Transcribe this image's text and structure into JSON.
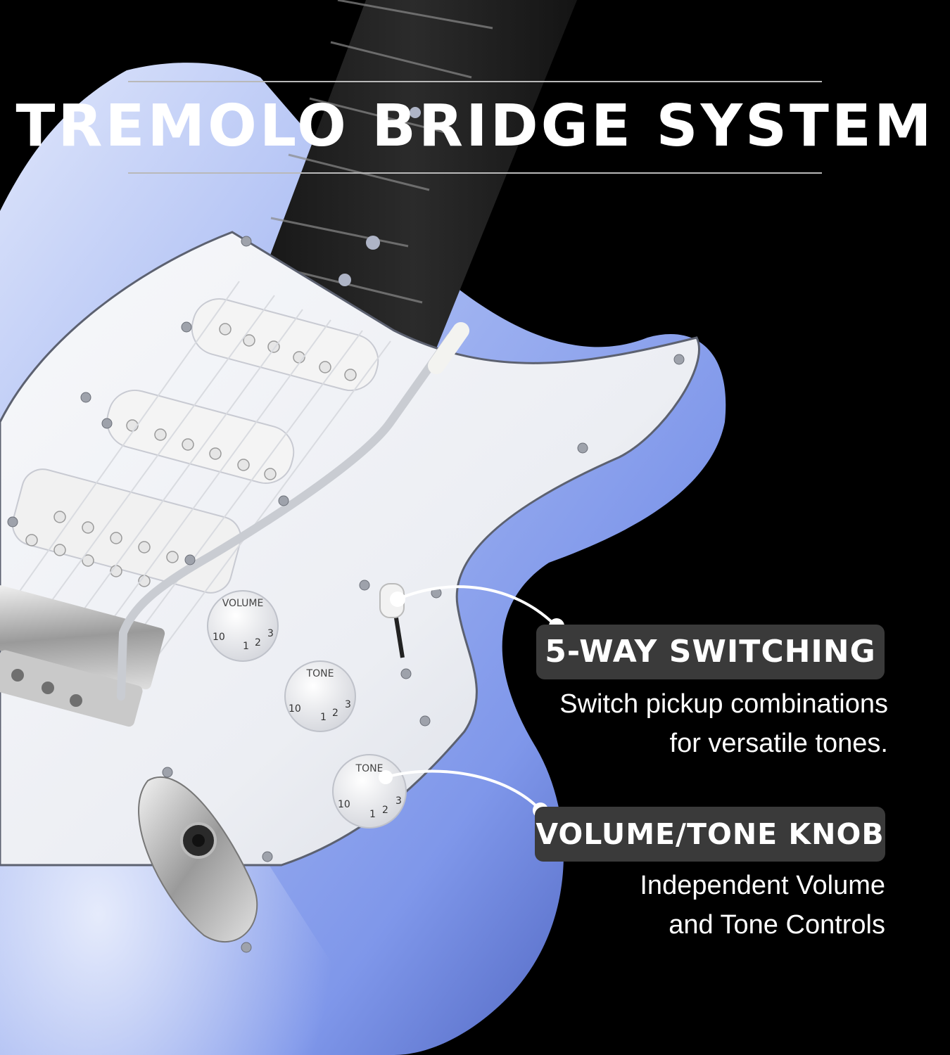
{
  "title": "TREMOLO BRIDGE SYSTEM",
  "features": [
    {
      "heading": "5-WAY SWITCHING",
      "lines": [
        "Switch pickup combinations",
        "for versatile tones."
      ]
    },
    {
      "heading": "VOLUME/TONE KNOB",
      "lines": [
        "Independent Volume",
        "and Tone Controls"
      ]
    }
  ],
  "knobs": {
    "volume_label": "VOLUME",
    "tone_label": "TONE",
    "tone2_label": "TONE",
    "numbers": [
      "10",
      "1",
      "2",
      "3"
    ]
  },
  "colors": {
    "body_light": "#c8d4f7",
    "body_mid": "#8fa6ef",
    "body_dark": "#3e56c4",
    "pickguard": "#eef0f4",
    "fretboard": "#262626",
    "pill": "#3a3a3a",
    "text": "#ffffff"
  }
}
